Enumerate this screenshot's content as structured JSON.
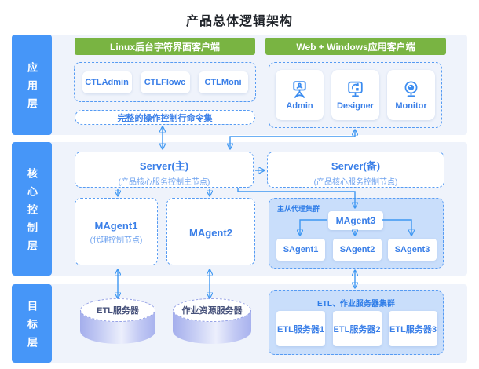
{
  "title": "产品总体逻辑架构",
  "layers": {
    "app": {
      "label": "应用层"
    },
    "core": {
      "label": "核心控制层"
    },
    "target": {
      "label": "目标层"
    }
  },
  "app": {
    "linux_header": "Linux后台字符界面客户端",
    "web_header": "Web + Windows应用客户端",
    "ctl_items": [
      "CTLAdmin",
      "CTLFlowc",
      "CTLMoni"
    ],
    "cmd_box": "完整的操作控制行命令集",
    "web_items": [
      {
        "label": "Admin",
        "icon": "admin-console-icon"
      },
      {
        "label": "Designer",
        "icon": "designer-screen-icon"
      },
      {
        "label": "Monitor",
        "icon": "monitor-camera-icon"
      }
    ]
  },
  "core": {
    "server_main": {
      "title": "Server(主)",
      "subtitle": "(产品核心服务控制主节点)"
    },
    "server_backup": {
      "title": "Server(备)",
      "subtitle": "(产品核心服务控制节点)"
    },
    "magent1": {
      "title": "MAgent1",
      "subtitle": "(代理控制节点)"
    },
    "magent2": {
      "title": "MAgent2"
    },
    "agent_cluster": {
      "label": "主从代理集群",
      "master": "MAgent3",
      "slaves": [
        "SAgent1",
        "SAgent2",
        "SAgent3"
      ]
    }
  },
  "target": {
    "cylinders": [
      "ETL服务器",
      "作业资源服务器"
    ],
    "etl_cluster": {
      "label": "ETL、作业服务器集群",
      "items": [
        "ETL服务器1",
        "ETL服务器2",
        "ETL服务器3"
      ]
    }
  },
  "colors": {
    "layer_sidebar_blue": "#4696f8",
    "header_green": "#79b442",
    "node_text_blue": "#3a7fe8",
    "dashed_border_blue": "#569bf3",
    "cluster_fill": "#c9defb",
    "band_fill": "#eff3fb",
    "arrow_blue": "#3e97f2",
    "cylinder_purple": "#a4aeec"
  }
}
